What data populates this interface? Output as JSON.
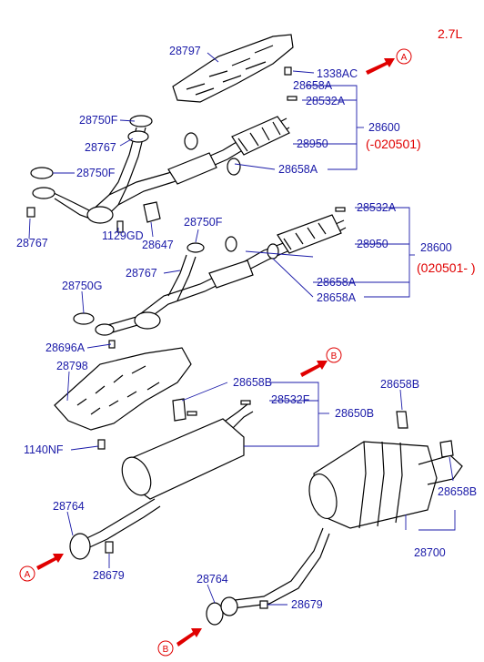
{
  "engine_label": "2.7L",
  "ref_a": "A",
  "ref_b": "B",
  "part_numbers": {
    "p28797": "28797",
    "p1338AC": "1338AC",
    "p28658A_1": "28658A",
    "p28532A_1": "28532A",
    "p28600_1": "28600",
    "p28600_1_range": "(-020501)",
    "p28750F_1": "28750F",
    "p28767_1": "28767",
    "p28950_1": "28950",
    "p28750F_2": "28750F",
    "p28658A_2": "28658A",
    "p28767_2": "28767",
    "p1129GD": "1129GD",
    "p28647": "28647",
    "p28750F_3": "28750F",
    "p28532A_2": "28532A",
    "p28950_2": "28950",
    "p28600_2": "28600",
    "p28600_2_range": "(020501- )",
    "p28767_3": "28767",
    "p28750G": "28750G",
    "p28658A_3": "28658A",
    "p28658A_4": "28658A",
    "p28696A": "28696A",
    "p28798": "28798",
    "p28658B_1": "28658B",
    "p28532F": "28532F",
    "p28650B": "28650B",
    "p28658B_2": "28658B",
    "p1140NF": "1140NF",
    "p28658B_3": "28658B",
    "p28764_1": "28764",
    "p28679_1": "28679",
    "p28700": "28700",
    "p28764_2": "28764",
    "p28679_2": "28679"
  },
  "colors": {
    "label": "#1a1aa8",
    "accent": "#e00000"
  }
}
